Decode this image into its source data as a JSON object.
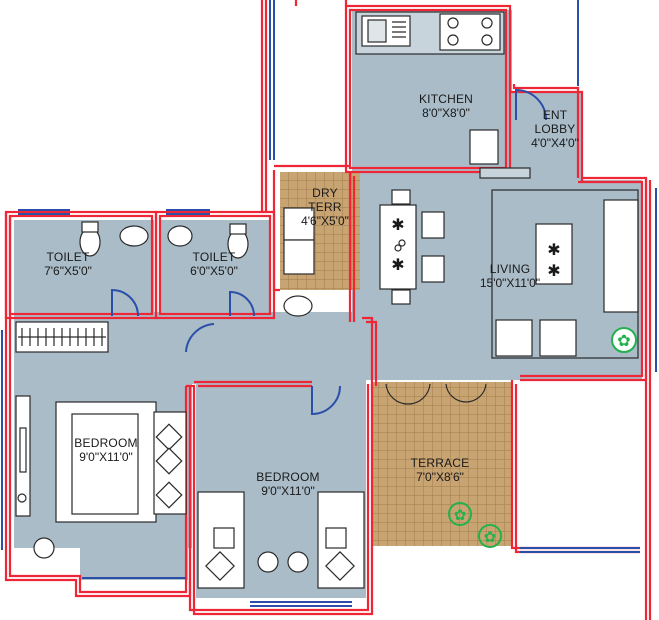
{
  "colors": {
    "floor": "#a9bcc8",
    "outer_wall": "#ee2636",
    "inner_wall": "#2b4fa8",
    "furniture": "#ffffff",
    "outline": "#2a2a2a",
    "tile": "#c29a66",
    "plant": "#22b14c"
  },
  "rooms": {
    "kitchen": {
      "name": "KITCHEN",
      "dims": "8'0\"X8'0\""
    },
    "ent_lobby": {
      "name": "ENT",
      "name2": "LOBBY",
      "dims": "4'0\"X4'0\""
    },
    "dry_terr": {
      "name": "DRY",
      "name2": "TERR",
      "dims": "4'6\"X5'0\""
    },
    "toilet_1": {
      "name": "TOILET",
      "dims": "7'6\"X5'0\""
    },
    "toilet_2": {
      "name": "TOILET",
      "dims": "6'0\"X5'0\""
    },
    "living": {
      "name": "LIVING",
      "dims": "15'0\"X11'0\""
    },
    "master_bedroom": {
      "name": "BEDROOM",
      "dims": "9'0\"X11'0\""
    },
    "bedroom": {
      "name": "BEDROOM",
      "dims": "9'0\"X11'0\""
    },
    "terrace": {
      "name": "TERRACE",
      "dims": "7'0\"X8'6\""
    }
  }
}
